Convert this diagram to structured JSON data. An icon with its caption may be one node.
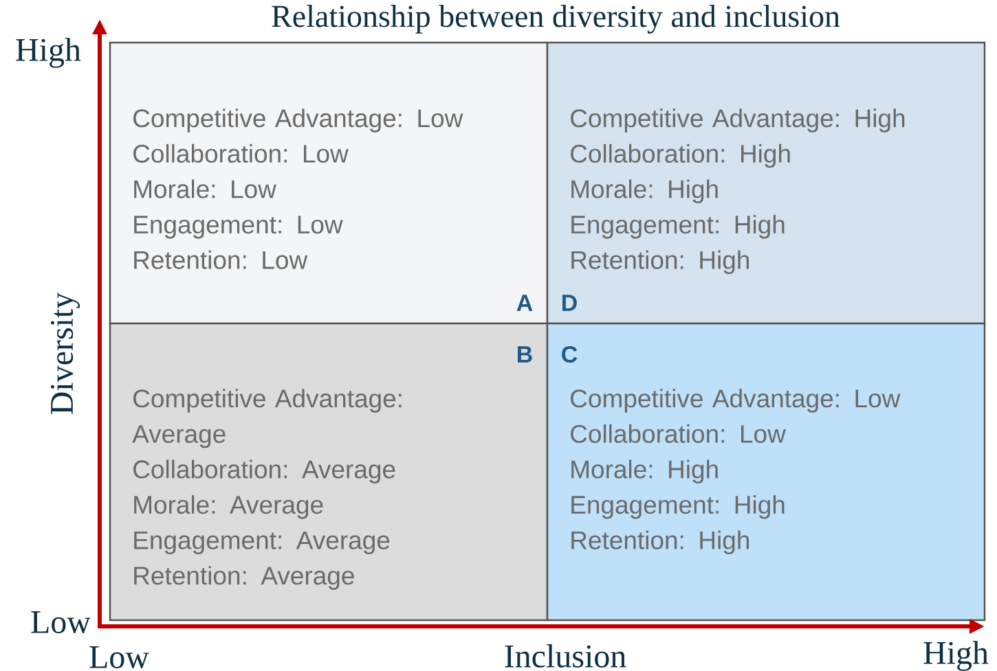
{
  "diagram": {
    "title": "Relationship between diversity and inclusion",
    "nodes": [
      {
        "text": [
          "Competitive Advantage: Low",
          "Collaboration: Low",
          "Morale: Low",
          "Engagement: Low",
          "Retention: Low",
          "A"
        ]
      },
      {
        "text": [
          "Competitive Advantage: High",
          "Collaboration: High",
          "Morale: High",
          "Engagement: High",
          "Retention: High",
          "D"
        ]
      },
      {
        "text": [
          "B",
          "Competitive Advantage: Average",
          "Collaboration: Average",
          "Morale: Average",
          "Engagement: Average",
          "Retention: Average"
        ]
      },
      {
        "text": [
          "C",
          "Competitive Advantage: Low",
          "Collaboration: Low",
          "Morale: High",
          "Engagement: High",
          "Retention: High"
        ]
      }
    ],
    "edges": [],
    "labels": [
      "High",
      "Diversity",
      "Low",
      "Low",
      "Inclusion",
      "High"
    ]
  }
}
